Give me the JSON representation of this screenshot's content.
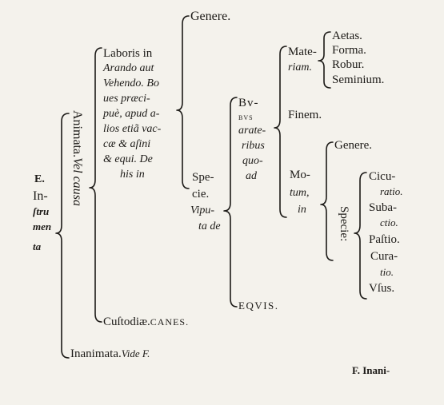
{
  "root": {
    "lines": [
      "E.",
      "In-",
      "ſtru",
      "men",
      "ta"
    ]
  },
  "animata": {
    "label": "Animata.",
    "vel_causa": "Vel causa"
  },
  "laboris": {
    "lines": [
      "Laboris in",
      "Arando aut",
      "Vehendo. Bo",
      "ues præci-",
      "puè, apud a-",
      "lios etiã vac-",
      "cæ & aſini",
      "& equi. De",
      "his in"
    ]
  },
  "custodiae": {
    "text": "Cuſtodiæ.",
    "canes": "CANES."
  },
  "inanimata": {
    "text": "Inanimata.",
    "vide": "Vide F."
  },
  "genere_top": "Genere.",
  "specie": {
    "lines": [
      "Spe-",
      "cie.",
      "Vipu-",
      "ta de"
    ]
  },
  "bubus": {
    "lines": [
      "Bv-",
      "bvs",
      "arate-",
      "ribus",
      "quo-",
      "ad"
    ]
  },
  "equis": "EQVIS.",
  "materiam": {
    "lines": [
      "Mate-",
      "riam."
    ]
  },
  "materiam_items": [
    "Aetas.",
    "Forma.",
    "Robur.",
    "Seminium."
  ],
  "finem": "Finem.",
  "motum": {
    "lines": [
      "Mo-",
      "tum,",
      "in"
    ]
  },
  "genere_mid": "Genere.",
  "specie_right": "Specie:",
  "specie_right_items": [
    "Cicu-",
    "ratio.",
    "Suba-",
    "ctio.",
    "Paſtio.",
    "Cura-",
    "tio.",
    "Vſus."
  ],
  "catchword": "F. Inani-"
}
